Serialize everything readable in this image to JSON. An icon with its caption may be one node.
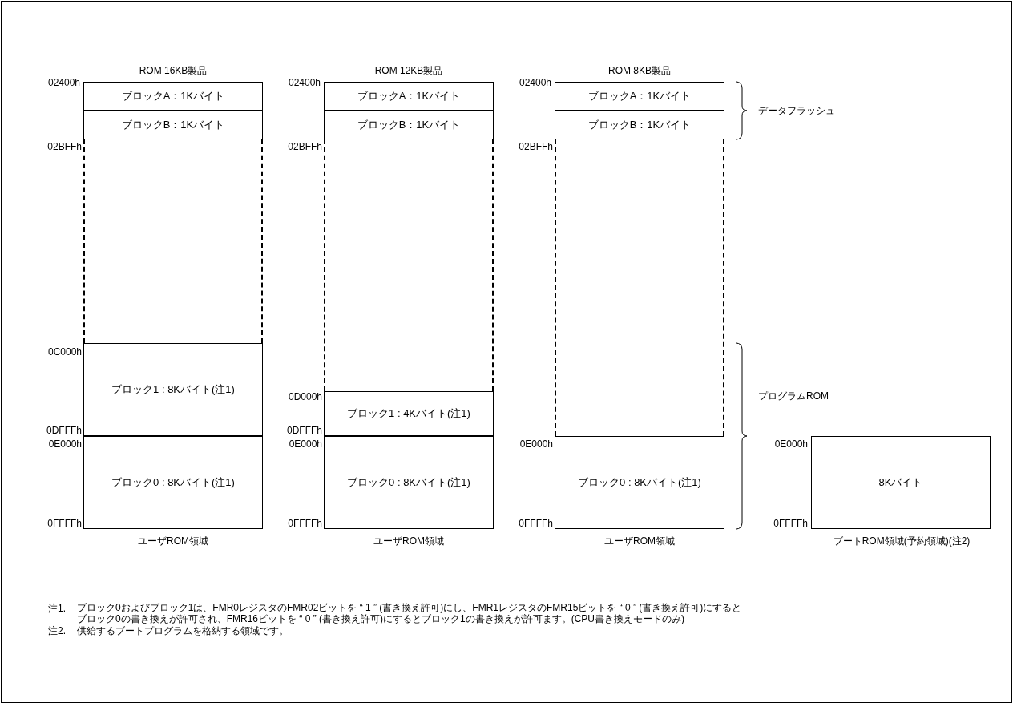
{
  "diagram": {
    "nodes": [
      {
        "text": [
          "ブロックA：1Kバイト"
        ]
      },
      {
        "text": [
          "ブロックB：1Kバイト"
        ]
      },
      {
        "text": [],
        "shape": "box"
      },
      {
        "text": [
          "ブロック1 : 8Kバイト(注1)"
        ]
      },
      {
        "text": [
          "ブロック0 : 8Kバイト(注1)"
        ]
      },
      {
        "text": [
          "ブロックA：1Kバイト"
        ]
      },
      {
        "text": [
          "ブロックB：1Kバイト"
        ]
      },
      {
        "text": [],
        "shape": "box"
      },
      {
        "text": [
          "ブロック1 : 4Kバイト(注1)"
        ]
      },
      {
        "text": [
          "ブロック0 : 8Kバイト(注1)"
        ]
      },
      {
        "text": [
          "ブロックA：1Kバイト"
        ]
      },
      {
        "text": [
          "ブロックB：1Kバイト"
        ]
      },
      {
        "text": [],
        "shape": "box"
      },
      {
        "text": [
          "ブロック0 : 8Kバイト(注1)"
        ]
      },
      {
        "text": [
          "8Kバイト"
        ]
      }
    ],
    "edges": [],
    "labels": [
      "ROM 16KB製品",
      "ROM 12KB製品",
      "ROM 8KB製品",
      "02400h",
      "02BFFh",
      "0C000h",
      "0DFFFh",
      "0E000h",
      "0FFFFh",
      "02400h",
      "02BFFh",
      "0D000h",
      "0DFFFh",
      "0E000h",
      "0FFFFh",
      "02400h",
      "02BFFh",
      "0E000h",
      "0FFFFh",
      "0E000h",
      "0FFFFh",
      "データフラッシュ",
      "プログラムROM",
      "ユーザROM領域",
      "ユーザROM領域",
      "ユーザROM領域",
      "ブートROM領域(予約領域)(注2)",
      "注1.",
      "ブロック0およびブロック1は、FMR0レジスタのFMR02ビットを “ 1 ” (書き換え許可)にし、FMR1レジスタのFMR15ビットを “ 0 ” (書き換え許可)にするとブロック0の書き換えが許可され、FMR16ビットを “ 0 ” (書き換え許可)にするとブロック1の書き換えが許可ます。(CPU書き換えモードのみ)",
      "注2.",
      "供給するブートプログラムを格納する領域です。"
    ]
  }
}
